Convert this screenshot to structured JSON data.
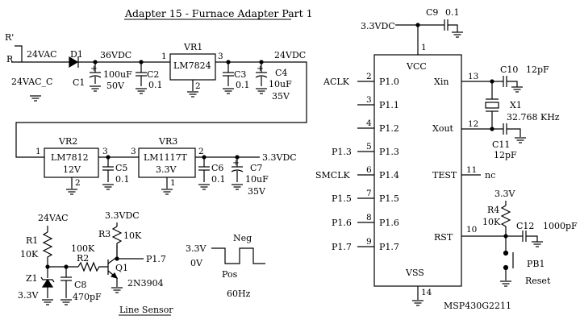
{
  "title": "Adapter 15 - Furnace Adapter Part 1",
  "power": {
    "r_prime": "R'",
    "r": "R",
    "v24vac": "24VAC",
    "v24vac_c": "24VAC_C",
    "d1": "D1",
    "v36": "36VDC",
    "c1": "C1",
    "c1_val": "100uF",
    "c1_v": "50V",
    "c2": "C2",
    "c2_val": "0.1",
    "vr1": "VR1",
    "vr1_part": "LM7824",
    "vr1_pin1": "1",
    "vr1_pin3": "3",
    "vr1_pin2": "2",
    "v24dc": "24VDC",
    "c3": "C3",
    "c3_val": "0.1",
    "c4": "C4",
    "c4_val": "10uF",
    "c4_v": "35V",
    "vr2": "VR2",
    "vr2_part": "LM7812",
    "vr2_v": "12V",
    "vr2_pin1": "1",
    "vr2_pin3": "3",
    "vr2_pin2": "2",
    "c5": "C5",
    "c5_val": "0.1",
    "vr3": "VR3",
    "vr3_part": "LM1117T",
    "vr3_v": "3.3V",
    "vr3_pin3": "3",
    "vr3_pin2": "2",
    "vr3_pin1": "1",
    "c6": "C6",
    "c6_val": "0.1",
    "c7": "C7",
    "c7_val": "10uF",
    "c7_v": "35V",
    "v33out": "3.3VDC"
  },
  "sensor": {
    "v24vac": "24VAC",
    "r1": "R1",
    "r1_val": "10K",
    "r2": "R2",
    "r2_val": "100K",
    "z1": "Z1",
    "z1_val": "3.3V",
    "c8": "C8",
    "c8_val": "470pF",
    "v33": "3.3VDC",
    "r3": "R3",
    "r3_val": "10K",
    "q1": "Q1",
    "q1_part": "2N3904",
    "out": "P1.7",
    "label": "Line Sensor"
  },
  "waveform": {
    "high": "3.3V",
    "low": "0V",
    "neg": "Neg",
    "pos": "Pos",
    "freq": "60Hz"
  },
  "mcu": {
    "supply": "3.3VDC",
    "c9": "C9",
    "c9_val": "0.1",
    "vcc_pin": "1",
    "vcc": "VCC",
    "vss": "VSS",
    "vss_pin": "14",
    "part": "MSP430G2211",
    "left_pins": [
      {
        "net": "ACLK",
        "num": "2",
        "name": "P1.0"
      },
      {
        "net": "",
        "num": "3",
        "name": "P1.1"
      },
      {
        "net": "",
        "num": "4",
        "name": "P1.2"
      },
      {
        "net": "P1.3",
        "num": "5",
        "name": "P1.3"
      },
      {
        "net": "SMCLK",
        "num": "6",
        "name": "P1.4"
      },
      {
        "net": "P1.5",
        "num": "7",
        "name": "P1.5"
      },
      {
        "net": "P1.6",
        "num": "8",
        "name": "P1.6"
      },
      {
        "net": "P1.7",
        "num": "9",
        "name": "P1.7"
      }
    ],
    "xin": "Xin",
    "xin_pin": "13",
    "xout": "Xout",
    "xout_pin": "12",
    "test": "TEST",
    "test_pin": "11",
    "test_nc": "nc",
    "rst": "RST",
    "rst_pin": "10",
    "c10": "C10",
    "c10_val": "12pF",
    "x1": "X1",
    "x1_val": "32.768 KHz",
    "c11": "C11",
    "c11_val": "12pF",
    "rst_v": "3.3V",
    "r4": "R4",
    "r4_val": "10K",
    "c12": "C12",
    "c12_val": "1000pF",
    "pb1": "PB1",
    "pb1_label": "Reset"
  }
}
